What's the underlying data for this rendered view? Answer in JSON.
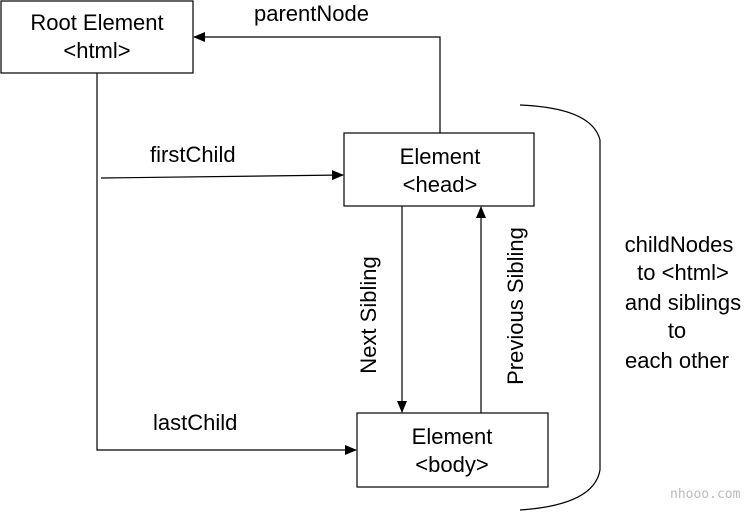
{
  "nodes": {
    "root": {
      "line1": "Root Element",
      "line2": "<html>"
    },
    "head": {
      "line1": "Element",
      "line2": "<head>"
    },
    "body": {
      "line1": "Element",
      "line2": "<body>"
    }
  },
  "edges": {
    "parent_node": "parentNode",
    "first_child": "firstChild",
    "last_child": "lastChild",
    "next_sibling": "Next Sibling",
    "previous_sibling": "Previous Sibling"
  },
  "annotation": [
    "childNodes",
    "to <html>",
    "and siblings",
    "to",
    "each other"
  ],
  "watermark": "nhooo.com"
}
